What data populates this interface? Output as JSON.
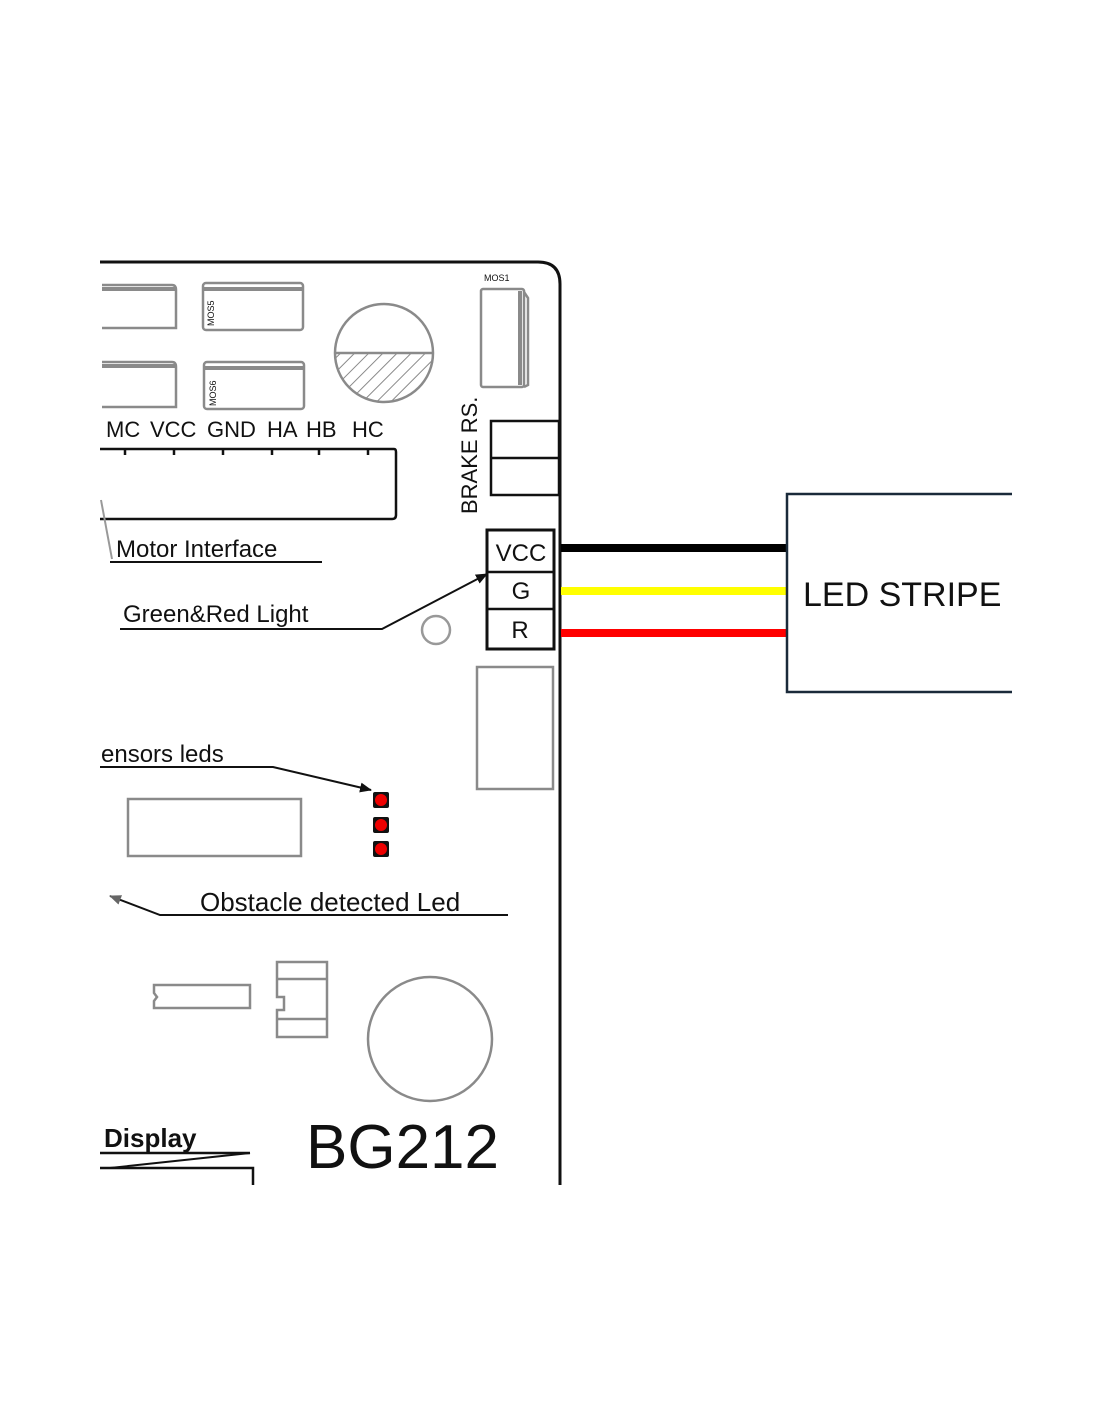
{
  "board": {
    "model": "BG212",
    "components": {
      "mos1": "MOS1",
      "mos5": "MOS5",
      "mos6": "MOS6"
    },
    "brake_label": "BRAKE RS.",
    "motor_pins": [
      "MC",
      "VCC",
      "GND",
      "HA",
      "HB",
      "HC"
    ],
    "connector_pins": [
      "VCC",
      "G",
      "R"
    ]
  },
  "callouts": {
    "motor_interface": "Motor Interface",
    "green_red_light": "Green&Red Light",
    "sensors_leds": "ensors leds",
    "obstacle_led": "Obstacle detected Led",
    "display": "Display"
  },
  "led_stripe": {
    "label": "LED STRIPE"
  },
  "wires": [
    {
      "pin": "VCC",
      "color": "#000000"
    },
    {
      "pin": "G",
      "color": "#ffff00"
    },
    {
      "pin": "R",
      "color": "#ff0000"
    }
  ],
  "indicator_color": "#ee0000"
}
